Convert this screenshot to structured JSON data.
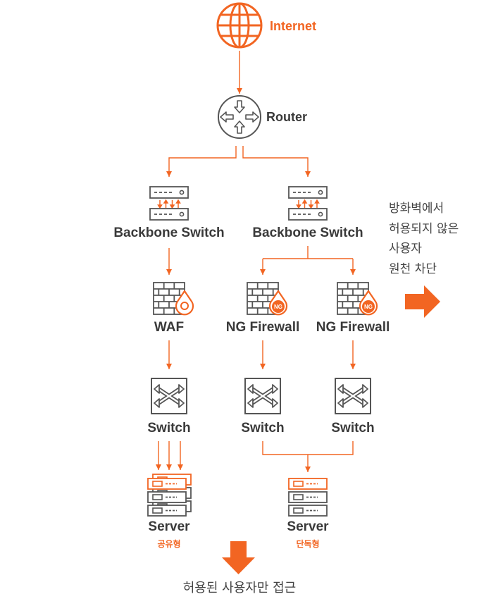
{
  "colors": {
    "accent": "#f26522",
    "icon": "#555555",
    "label": "#3a3a3a",
    "note": "#444444"
  },
  "nodes": {
    "internet": {
      "label": "Internet",
      "icon": "globe-icon"
    },
    "router": {
      "label": "Router",
      "icon": "router-icon"
    },
    "backbone_left": {
      "label": "Backbone Switch",
      "icon": "backbone-switch-icon"
    },
    "backbone_right": {
      "label": "Backbone Switch",
      "icon": "backbone-switch-icon"
    },
    "waf": {
      "label": "WAF",
      "icon": "waf-firewall-icon"
    },
    "ng_firewall_1": {
      "label": "NG Firewall",
      "badge": "NG",
      "icon": "ng-firewall-icon"
    },
    "ng_firewall_2": {
      "label": "NG Firewall",
      "badge": "NG",
      "icon": "ng-firewall-icon"
    },
    "switch_left": {
      "label": "Switch",
      "icon": "switch-icon"
    },
    "switch_mid": {
      "label": "Switch",
      "icon": "switch-icon"
    },
    "switch_right": {
      "label": "Switch",
      "icon": "switch-icon"
    },
    "server_shared": {
      "label": "Server",
      "type": "공유형",
      "icon": "server-stack-icon"
    },
    "server_dedicated": {
      "label": "Server",
      "type": "단독형",
      "icon": "server-icon"
    }
  },
  "side_note": {
    "lines": [
      "방화벽에서",
      "허용되지 않은",
      "사용자",
      "원천 차단"
    ],
    "icon": "arrow-right-icon"
  },
  "bottom_note": {
    "text": "허용된 사용자만 접근",
    "icon": "arrow-down-icon"
  }
}
